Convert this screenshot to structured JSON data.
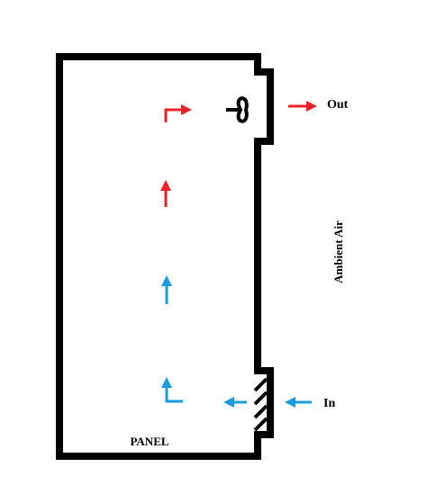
{
  "labels": {
    "out": "Out",
    "in": "In",
    "ambient": "Ambient Air",
    "panel": "PANEL"
  },
  "colors": {
    "outline": "#000000",
    "hot": "#e8202a",
    "cold": "#1a9be0",
    "background": "#ffffff"
  },
  "icons": {
    "fan": "fan-icon",
    "louver": "louver-icon"
  }
}
